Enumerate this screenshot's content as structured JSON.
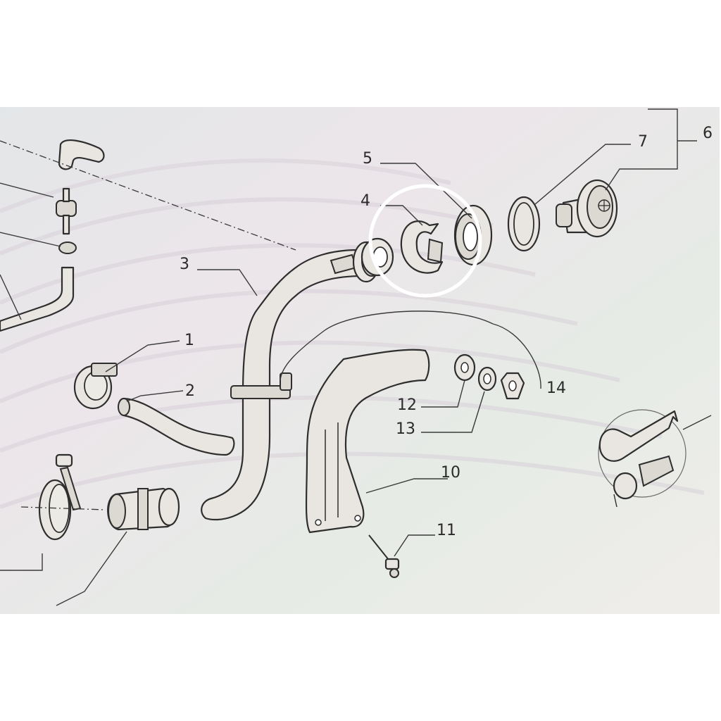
{
  "colors": {
    "page_background": "#ffffff",
    "screen_background": "#eceae5",
    "line_color": "#2e2e2e",
    "highlight_circle": "#ffffff"
  },
  "callouts": {
    "c1": "1",
    "c2": "2",
    "c3": "3",
    "c4": "4",
    "c5": "5",
    "c6": "6",
    "c7": "7",
    "c10": "10",
    "c11": "11",
    "c12": "12",
    "c13": "13",
    "c14": "14"
  },
  "highlight": {
    "target_parts": [
      "4",
      "5"
    ]
  }
}
